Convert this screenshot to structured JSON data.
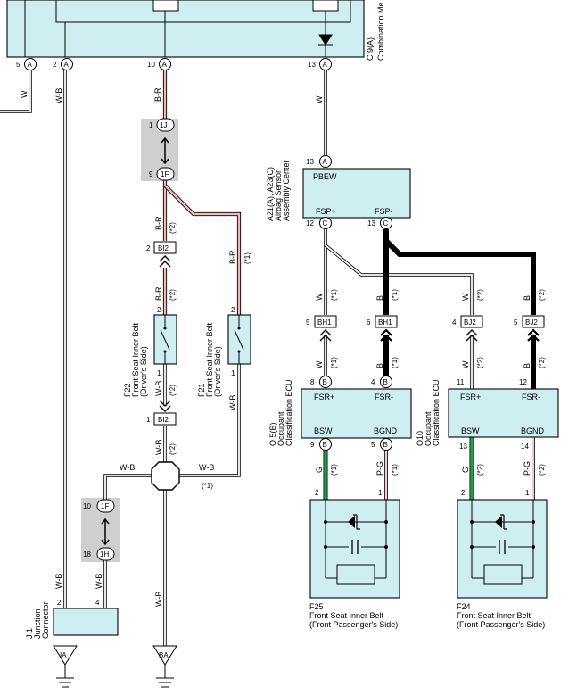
{
  "components": {
    "combination_meter": {
      "id": "C 9(A)",
      "name": "Combination Me"
    },
    "airbag_sensor": {
      "id": "A21(A), A23(C)",
      "name": "Airbag Sensor",
      "name2": "Assembly Center",
      "term_top": "PBEW",
      "term_left": "FSP+",
      "term_right": "FSP-"
    },
    "o5": {
      "id": "O 5(B)",
      "name": "Occupant",
      "name2": "Classification ECU",
      "term_tl": "FSR+",
      "term_tr": "FSR-",
      "term_bl": "BSW",
      "term_br": "BGND"
    },
    "o10": {
      "id": "O10",
      "name": "Occupant",
      "name2": "Classification ECU",
      "term_tl": "FSR+",
      "term_tr": "FSR-",
      "term_bl": "BSW",
      "term_br": "BGND"
    },
    "f22": {
      "id": "F22",
      "name": "Front Seat Inner Belt",
      "name2": "(Driver's Side)"
    },
    "f21": {
      "id": "F21",
      "name": "Front Seat Inner Belt",
      "name2": "(Driver's Side)"
    },
    "f25": {
      "id": "F25",
      "name": "Front Seat Inner Belt",
      "name2": "(Front Passenger's Side)"
    },
    "f24": {
      "id": "F24",
      "name": "Front Seat Inner Belt",
      "name2": "(Front Passenger's Side)"
    },
    "j1": {
      "id": "J 1",
      "name": "Junction",
      "name2": "Connector"
    }
  },
  "grounds": {
    "ia": "IA",
    "ba": "BA"
  },
  "pins": {
    "p5": "5",
    "p2": "2",
    "p10": "10",
    "p13": "13",
    "pA": "A",
    "pB": "B",
    "pC": "C",
    "p1": "1",
    "p9": "9",
    "p12": "12",
    "p8": "8",
    "p4": "4",
    "p11": "11",
    "p14": "14",
    "p6": "6",
    "p18": "18"
  },
  "connectors": {
    "c1j": "1J",
    "c1f": "1F",
    "c1h": "1H",
    "bi2": "BI2",
    "bh1": "BH1",
    "bj2": "BJ2"
  },
  "wires": {
    "w": "W",
    "wb": "W-B",
    "br": "B-R",
    "b": "B",
    "g": "G",
    "pg": "P-G"
  },
  "notes": {
    "n1": "(*1)",
    "n2": "(*2)"
  }
}
